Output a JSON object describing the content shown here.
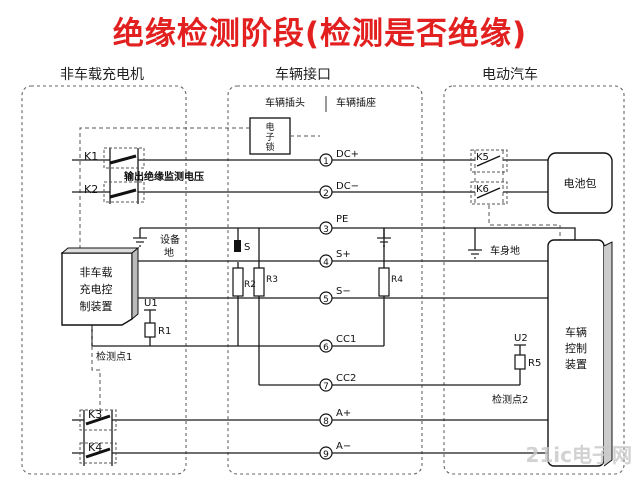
{
  "title": "绝缘检测阶段(检测是否绝缘)",
  "sections": {
    "charger": "非车载充电机",
    "interface": "车辆接口",
    "vehicle": "电动汽车"
  },
  "interface_heads": {
    "plug": "车辆插头",
    "socket": "车辆插座"
  },
  "pins": [
    {
      "num": "1",
      "label": "DC+"
    },
    {
      "num": "2",
      "label": "DC−"
    },
    {
      "num": "3",
      "label": "PE"
    },
    {
      "num": "4",
      "label": "S+"
    },
    {
      "num": "5",
      "label": "S−"
    },
    {
      "num": "6",
      "label": "CC1"
    },
    {
      "num": "7",
      "label": "CC2"
    },
    {
      "num": "8",
      "label": "A+"
    },
    {
      "num": "9",
      "label": "A−"
    }
  ],
  "switches": {
    "k1": "K1",
    "k2": "K2",
    "k3": "K3",
    "k4": "K4",
    "k5": "K5",
    "k6": "K6"
  },
  "resistors": {
    "r1": "R1",
    "r2": "R2",
    "r3": "R3",
    "r4": "R4",
    "r5": "R5"
  },
  "switch_s": "S",
  "annotation": "输出绝缘监测电压",
  "annotation_color": "#e32020",
  "e_lock": [
    "电",
    "子",
    "锁"
  ],
  "equipment_ground": [
    "设备",
    "地"
  ],
  "body_ground": "车身地",
  "charger_controller": [
    "非车载",
    "充电控",
    "制装置"
  ],
  "vehicle_controller": [
    "车辆",
    "控制",
    "装置"
  ],
  "battery": "电池包",
  "u1": "U1",
  "u2": "U2",
  "check_point_1": "检测点1",
  "check_point_2": "检测点2",
  "watermark": "21ic电子网"
}
